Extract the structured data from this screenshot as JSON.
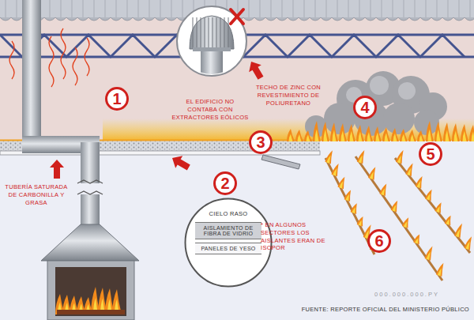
{
  "diagram": {
    "nodes": [
      {
        "text": [
          "1"
        ]
      },
      {
        "text": [
          "4"
        ]
      },
      {
        "text": [
          "3"
        ]
      },
      {
        "text": [
          "5"
        ]
      },
      {
        "text": [
          "2"
        ]
      },
      {
        "text": [
          "CIELO RASO"
        ]
      },
      {
        "text": [
          "AISLAMIENTO DE FIBRA DE VIDRIO"
        ],
        "in": 5
      },
      {
        "text": [
          "PANELES DE YESO"
        ],
        "in": 5
      },
      {
        "text": [
          "6"
        ]
      }
    ],
    "labels": [
      "EL EDIFICIO NO CONTABA CON EXTRACTORES EÓLICOS",
      "TECHO DE ZINC CON REVESTIMIENTO DE POLIURETANO",
      "TUBERÍA SATURADA DE CARBONILLA Y GRASA",
      "* EN ALGUNOS SECTORES LOS AISLANTES ERAN DE ISOPOR",
      "000.000.000.PY",
      "FUENTE: REPORTE OFICIAL DEL MINISTERIO PÚBLICO"
    ]
  }
}
